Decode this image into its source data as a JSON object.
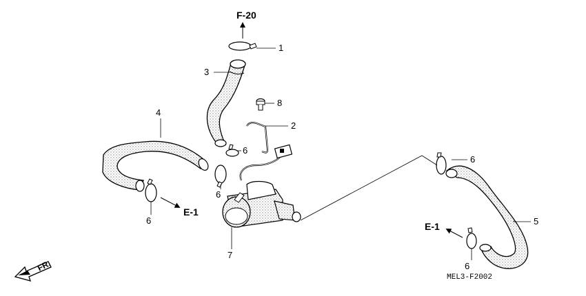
{
  "diagram": {
    "callouts": {
      "c1": "1",
      "c2": "2",
      "c3": "3",
      "c4": "4",
      "c5": "5",
      "c6a": "6",
      "c6b": "6",
      "c6c": "6",
      "c6d": "6",
      "c6e": "6",
      "c7": "7",
      "c8": "8"
    },
    "references": {
      "f20": "F-20",
      "e1_left": "E-1",
      "e1_right": "E-1"
    },
    "direction_label": "FR.",
    "diagram_code": "MEL3-F2002"
  },
  "colors": {
    "line": "#000000",
    "background": "#ffffff",
    "hose_fill": "#ffffff",
    "stipple": "#555555"
  }
}
